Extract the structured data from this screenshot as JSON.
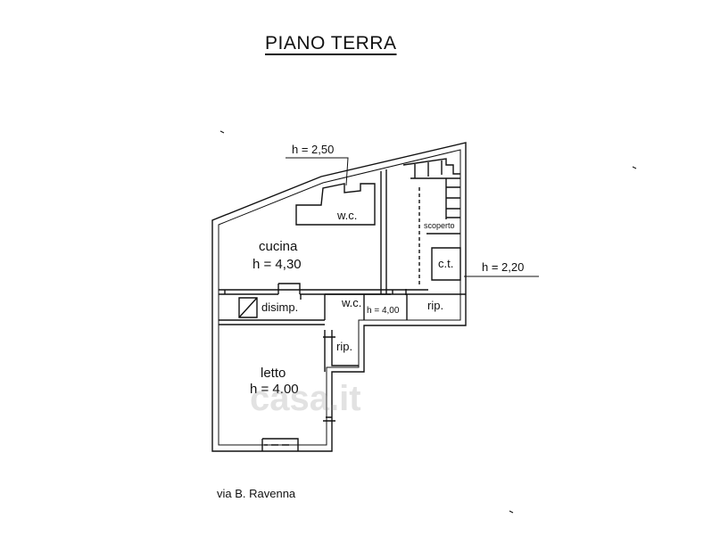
{
  "title": "PIANO TERRA",
  "height_labels": {
    "top": "h = 2,50",
    "right": "h = 2,20"
  },
  "rooms": {
    "cucina_name": "cucina",
    "cucina_height": "h = 4,30",
    "wc_top": "w.c.",
    "scoperto": "scoperto",
    "ct": "c.t.",
    "disimp": "disimp.",
    "wc_mid": "w.c.",
    "wc_mid_height": "h = 4,00",
    "rip_right": "rip.",
    "rip_small": "rip.",
    "letto_name": "letto",
    "letto_height": "h = 4.00"
  },
  "street": "via B. Ravenna",
  "watermark": "casa.it",
  "colors": {
    "lines": "#111111",
    "watermark": "#969696"
  }
}
